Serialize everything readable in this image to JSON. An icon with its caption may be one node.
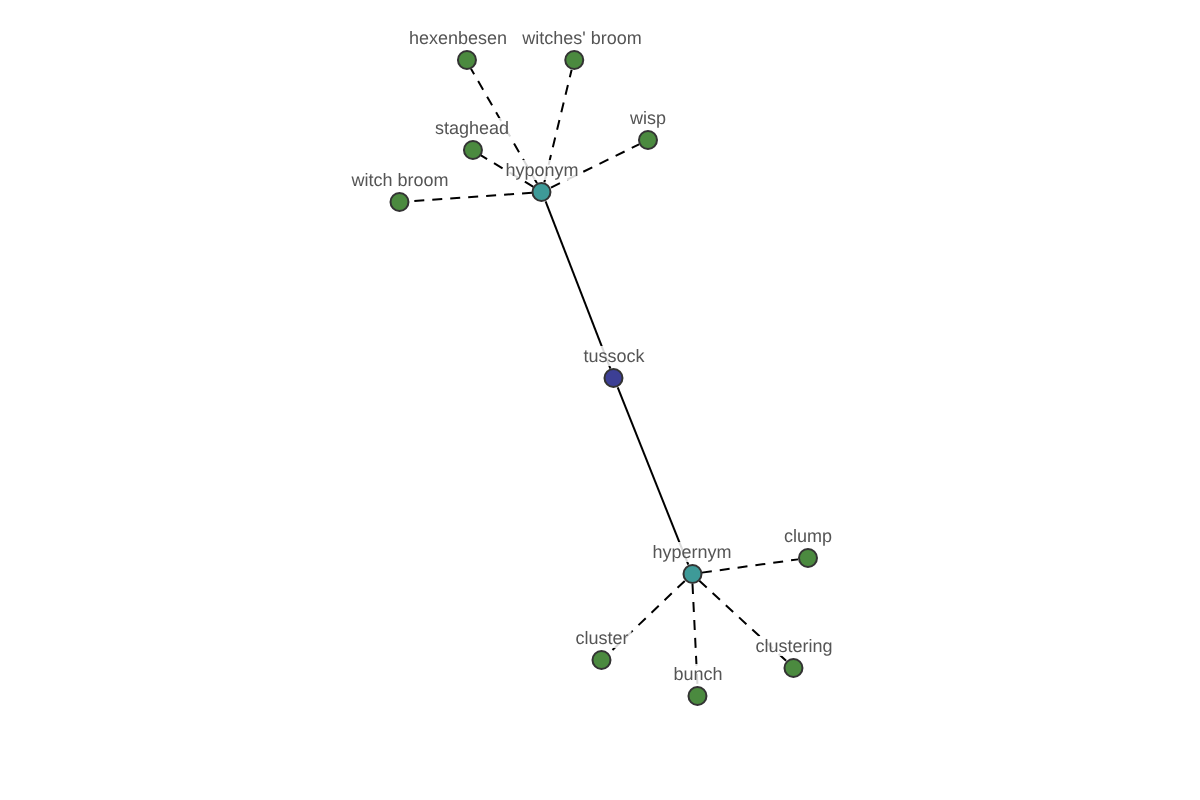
{
  "diagram": {
    "nodes": [
      {
        "text": [
          "hexenbesen"
        ]
      },
      {
        "text": [
          "witches' broom"
        ]
      },
      {
        "text": [
          "staghead"
        ]
      },
      {
        "text": [
          "wisp"
        ]
      },
      {
        "text": [
          "witch broom"
        ]
      },
      {
        "text": [
          "hyponym"
        ]
      },
      {
        "text": [
          "tussock"
        ]
      },
      {
        "text": [
          "hypernym"
        ]
      },
      {
        "text": [
          "clump"
        ]
      },
      {
        "text": [
          "cluster"
        ]
      },
      {
        "text": [
          "clustering"
        ]
      },
      {
        "text": [
          "bunch"
        ]
      }
    ],
    "edges": [
      {
        "from": 5,
        "to": 6,
        "arrow": "none"
      },
      {
        "from": 6,
        "to": 7,
        "arrow": "none"
      },
      {
        "from": 5,
        "to": 0,
        "arrow": "none",
        "style": "dashed"
      },
      {
        "from": 5,
        "to": 1,
        "arrow": "none",
        "style": "dashed"
      },
      {
        "from": 5,
        "to": 2,
        "arrow": "none",
        "style": "dashed"
      },
      {
        "from": 5,
        "to": 3,
        "arrow": "none",
        "style": "dashed"
      },
      {
        "from": 5,
        "to": 4,
        "arrow": "none",
        "style": "dashed"
      },
      {
        "from": 7,
        "to": 8,
        "arrow": "none",
        "style": "dashed"
      },
      {
        "from": 7,
        "to": 9,
        "arrow": "none",
        "style": "dashed"
      },
      {
        "from": 7,
        "to": 10,
        "arrow": "none",
        "style": "dashed"
      },
      {
        "from": 7,
        "to": 11,
        "arrow": "none",
        "style": "dashed"
      }
    ]
  }
}
